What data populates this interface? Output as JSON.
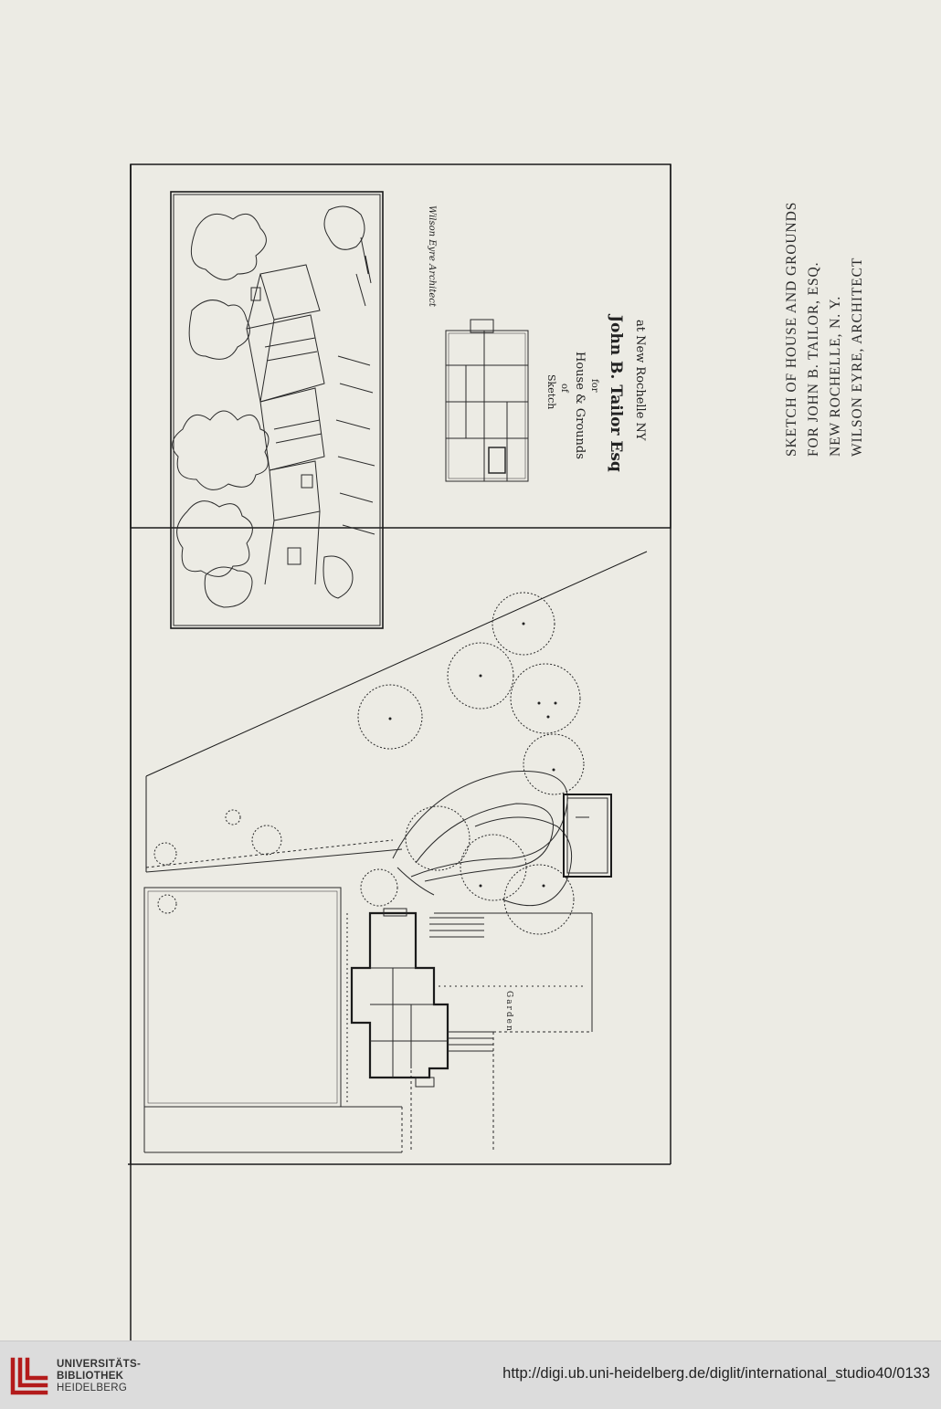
{
  "caption": {
    "lines": [
      "SKETCH OF HOUSE AND GROUNDS",
      "FOR JOHN B. TAILOR, ESQ.",
      "NEW ROCHELLE, N. Y.",
      "WILSON EYRE, ARCHITECT"
    ]
  },
  "sketch": {
    "signature": "Wilson Eyre Architect",
    "title_lines": [
      "Sketch",
      "of",
      "House & Grounds",
      "for",
      "John B. Tailor Esq",
      "at New Rochelle NY"
    ],
    "garden_label": "Garden"
  },
  "footer": {
    "library_lines": [
      "UNIVERSITÄTS-",
      "BIBLIOTHEK",
      "HEIDELBERG"
    ],
    "url": "http://digi.ub.uni-heidelberg.de/diglit/international_studio40/0133"
  },
  "colors": {
    "paper": "#ecebe4",
    "ink": "#1b1b1b",
    "footer_bg": "#dcdcdc",
    "logo_red": "#b31b1b"
  }
}
